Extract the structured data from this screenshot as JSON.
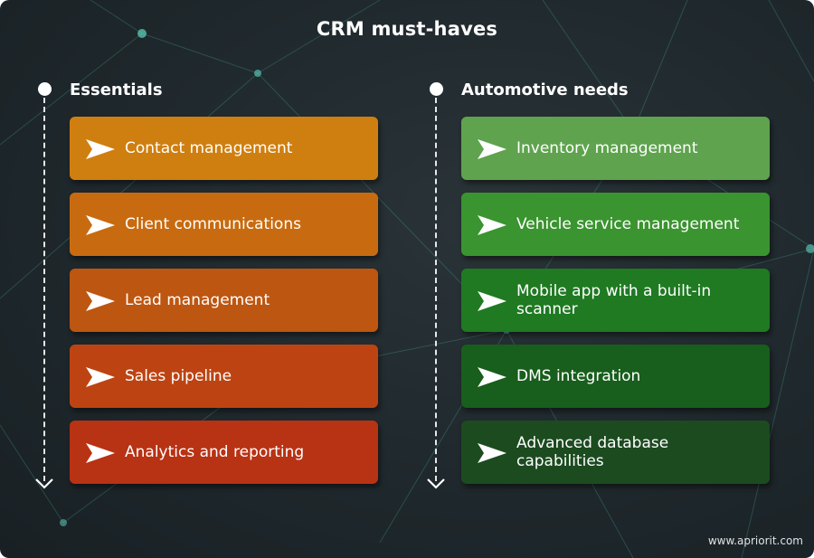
{
  "title": "CRM must-haves",
  "left": {
    "heading": "Essentials",
    "items": [
      {
        "label": "Contact management",
        "color": "#cf7f10"
      },
      {
        "label": "Client communications",
        "color": "#c86b10"
      },
      {
        "label": "Lead management",
        "color": "#bd5611"
      },
      {
        "label": "Sales pipeline",
        "color": "#bd4412"
      },
      {
        "label": "Analytics and reporting",
        "color": "#b83214"
      }
    ]
  },
  "right": {
    "heading": "Automotive needs",
    "items": [
      {
        "label": "Inventory management",
        "color": "#5fa34e"
      },
      {
        "label": "Vehicle service management",
        "color": "#3a942f"
      },
      {
        "label": "Mobile app with a built-in scanner",
        "color": "#1f7a22"
      },
      {
        "label": "DMS integration",
        "color": "#185e1c"
      },
      {
        "label": "Advanced database capabilities",
        "color": "#1c4b20"
      }
    ]
  },
  "footer": "www.apriorit.com",
  "icons": {
    "bullet": "chevron-right-icon",
    "rail_end": "chevron-down-icon"
  }
}
